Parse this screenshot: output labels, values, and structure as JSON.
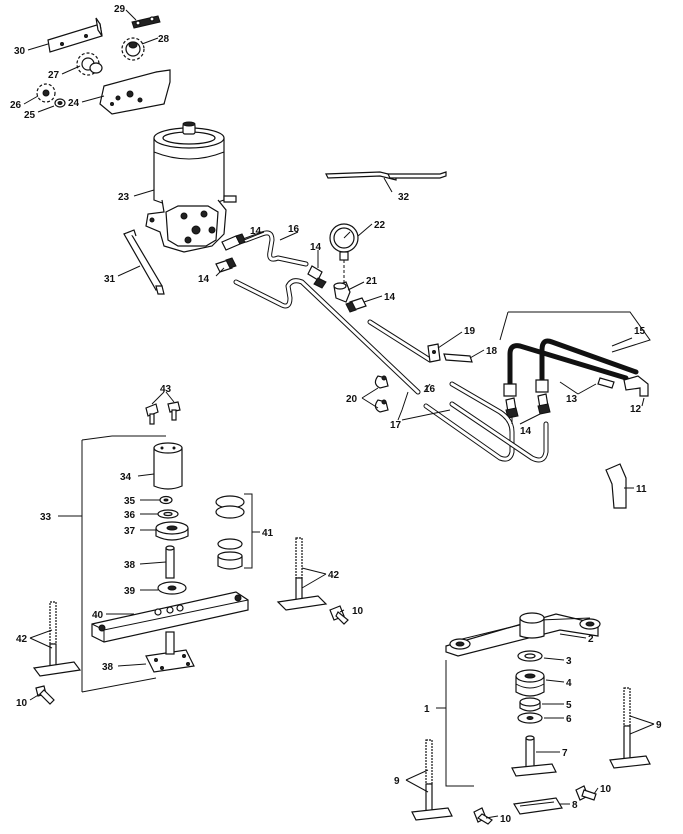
{
  "labels": {
    "l1": "1",
    "l2": "2",
    "l3": "3",
    "l4": "4",
    "l5": "5",
    "l6": "6",
    "l7": "7",
    "l8": "8",
    "l9a": "9",
    "l9b": "9",
    "l10a": "10",
    "l10b": "10",
    "l10c": "10",
    "l10d": "10",
    "l11": "11",
    "l12": "12",
    "l13": "13",
    "l14a": "14",
    "l14b": "14",
    "l14c": "14",
    "l14d": "14",
    "l14e": "14",
    "l15": "15",
    "l16a": "16",
    "l16b": "16",
    "l17": "17",
    "l18": "18",
    "l19": "19",
    "l20": "20",
    "l21": "21",
    "l22": "22",
    "l23": "23",
    "l24": "24",
    "l25": "25",
    "l26": "26",
    "l27": "27",
    "l28": "28",
    "l29": "29",
    "l30": "30",
    "l31": "31",
    "l32": "32",
    "l33": "33",
    "l34": "34",
    "l35": "35",
    "l36": "36",
    "l37": "37",
    "l38a": "38",
    "l38b": "38",
    "l39": "39",
    "l40": "40",
    "l41": "41",
    "l42a": "42",
    "l42b": "42",
    "l43": "43"
  }
}
